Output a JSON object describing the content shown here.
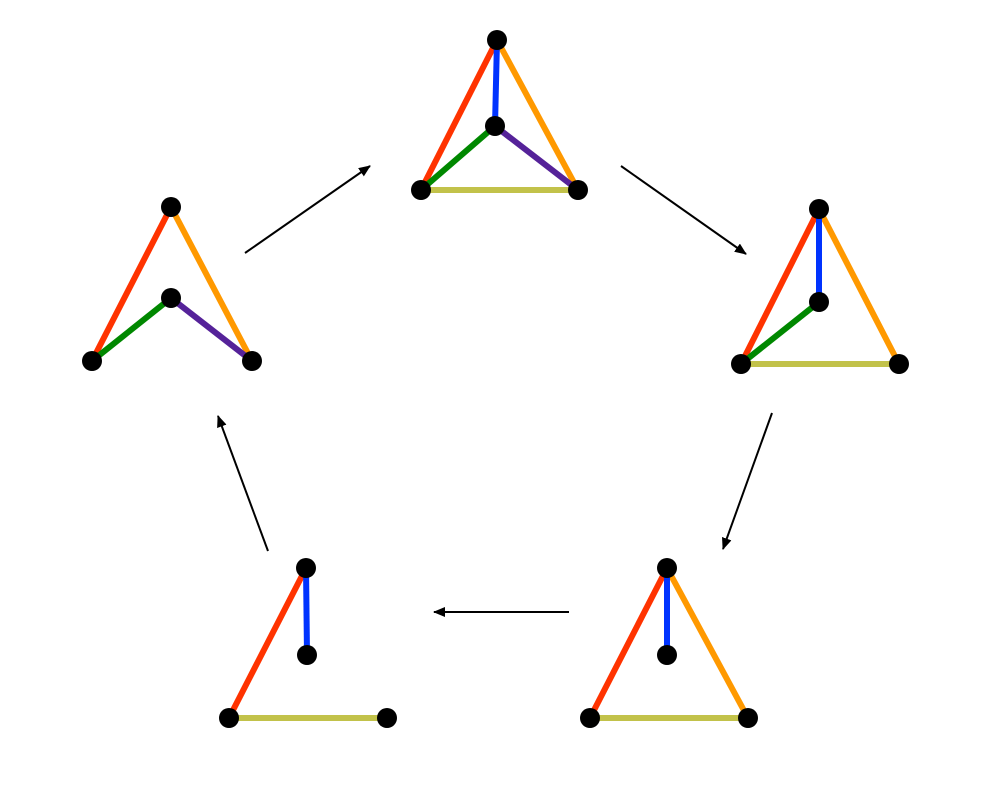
{
  "diagram": {
    "description_visible_text": "",
    "graphs": [
      {
        "id": "graph-top",
        "vertices": [
          "v-apex",
          "v-center",
          "v-left",
          "v-right"
        ],
        "edges": [
          {
            "from": "v-left",
            "to": "v-apex",
            "color_name": "red"
          },
          {
            "from": "v-apex",
            "to": "v-right",
            "color_name": "orange"
          },
          {
            "from": "v-apex",
            "to": "v-center",
            "color_name": "blue"
          },
          {
            "from": "v-center",
            "to": "v-left",
            "color_name": "green"
          },
          {
            "from": "v-center",
            "to": "v-right",
            "color_name": "purple"
          },
          {
            "from": "v-left",
            "to": "v-right",
            "color_name": "olive"
          }
        ]
      },
      {
        "id": "graph-right",
        "vertices": [
          "v-apex",
          "v-center",
          "v-left",
          "v-right"
        ],
        "edges": [
          {
            "from": "v-left",
            "to": "v-apex",
            "color_name": "red"
          },
          {
            "from": "v-apex",
            "to": "v-right",
            "color_name": "orange"
          },
          {
            "from": "v-apex",
            "to": "v-center",
            "color_name": "blue"
          },
          {
            "from": "v-center",
            "to": "v-left",
            "color_name": "green"
          },
          {
            "from": "v-left",
            "to": "v-right",
            "color_name": "olive"
          }
        ]
      },
      {
        "id": "graph-bottom-right",
        "vertices": [
          "v-apex",
          "v-center",
          "v-left",
          "v-right"
        ],
        "edges": [
          {
            "from": "v-left",
            "to": "v-apex",
            "color_name": "red"
          },
          {
            "from": "v-apex",
            "to": "v-right",
            "color_name": "orange"
          },
          {
            "from": "v-apex",
            "to": "v-center",
            "color_name": "blue"
          },
          {
            "from": "v-left",
            "to": "v-right",
            "color_name": "olive"
          }
        ]
      },
      {
        "id": "graph-bottom-left",
        "vertices": [
          "v-apex",
          "v-center",
          "v-left",
          "v-right"
        ],
        "edges": [
          {
            "from": "v-left",
            "to": "v-apex",
            "color_name": "red"
          },
          {
            "from": "v-apex",
            "to": "v-center",
            "color_name": "blue"
          },
          {
            "from": "v-left",
            "to": "v-right",
            "color_name": "olive"
          }
        ]
      },
      {
        "id": "graph-left",
        "vertices": [
          "v-apex",
          "v-center",
          "v-left",
          "v-right"
        ],
        "edges": [
          {
            "from": "v-left",
            "to": "v-apex",
            "color_name": "red"
          },
          {
            "from": "v-apex",
            "to": "v-right",
            "color_name": "orange"
          },
          {
            "from": "v-center",
            "to": "v-left",
            "color_name": "green"
          },
          {
            "from": "v-center",
            "to": "v-right",
            "color_name": "purple"
          }
        ]
      }
    ],
    "cycle_order": [
      "graph-top",
      "graph-right",
      "graph-bottom-right",
      "graph-bottom-left",
      "graph-left"
    ]
  },
  "colors": {
    "red": "#ff3300",
    "orange": "#ff9900",
    "blue": "#0033ff",
    "green": "#008800",
    "purple": "#552299",
    "olive": "#c2c24a",
    "vertex": "#000000",
    "arrow": "#000000",
    "background": "#ffffff"
  }
}
